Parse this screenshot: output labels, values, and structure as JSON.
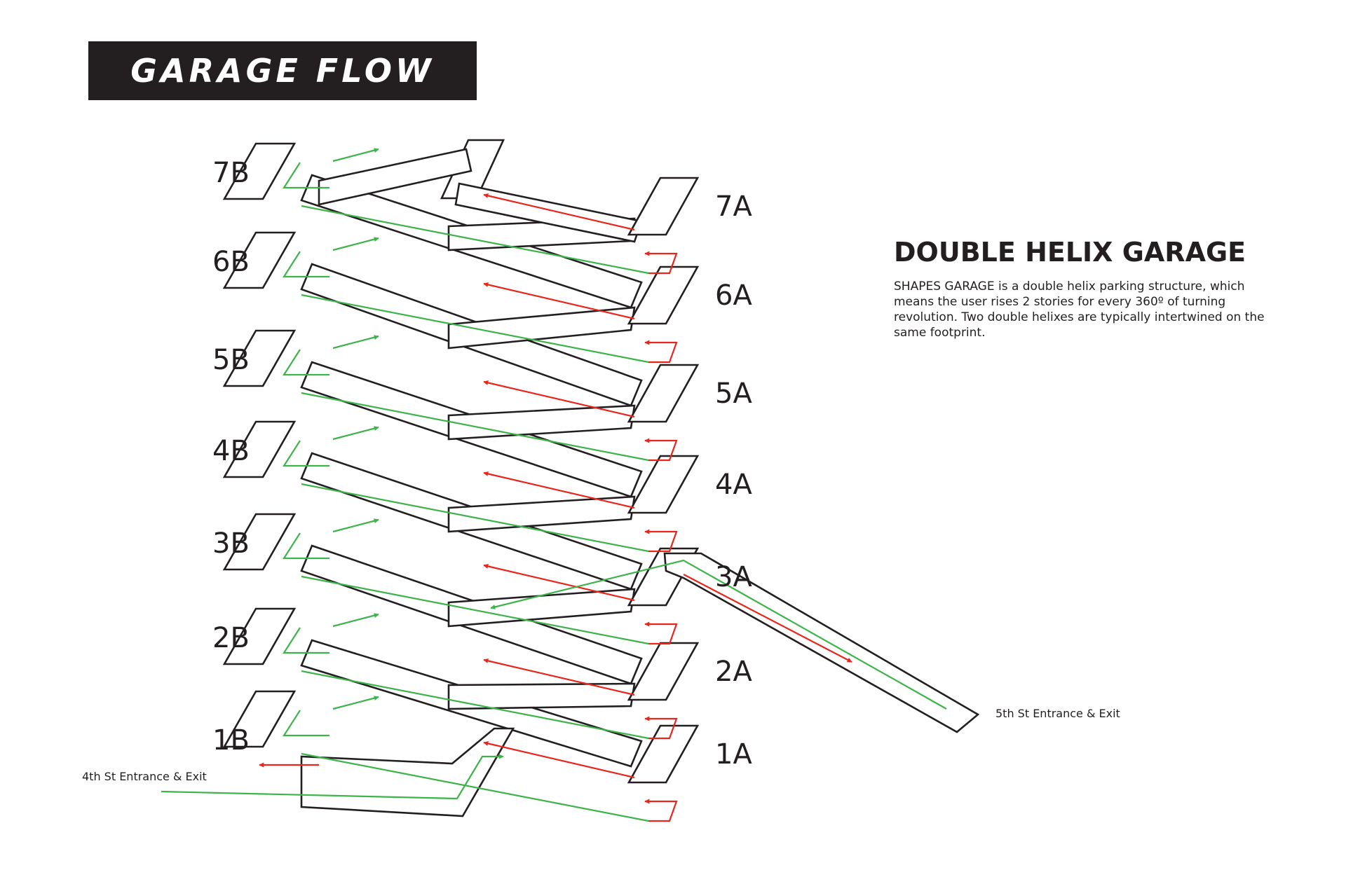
{
  "header": {
    "title": "GARAGE FLOW"
  },
  "levels": {
    "b_side": [
      "7B",
      "6B",
      "5B",
      "4B",
      "3B",
      "2B",
      "1B"
    ],
    "a_side": [
      "7A",
      "6A",
      "5A",
      "4A",
      "3A",
      "2A",
      "1A"
    ]
  },
  "entrances": {
    "left": "4th St Entrance & Exit",
    "right": "5th St Entrance & Exit"
  },
  "info": {
    "title": "DOUBLE HELIX GARAGE",
    "body": "SHAPES GARAGE is a double helix parking structure, which means the user rises 2 stories for every 360º of turning revolution. Two double helixes are typically intertwined on the same footprint."
  },
  "colors": {
    "structure": "#231f20",
    "up_flow": "#3cb44a",
    "down_flow": "#e8261c",
    "banner_bg": "#231f20",
    "banner_text": "#ffffff"
  },
  "icons": [
    "arrow-icon"
  ]
}
